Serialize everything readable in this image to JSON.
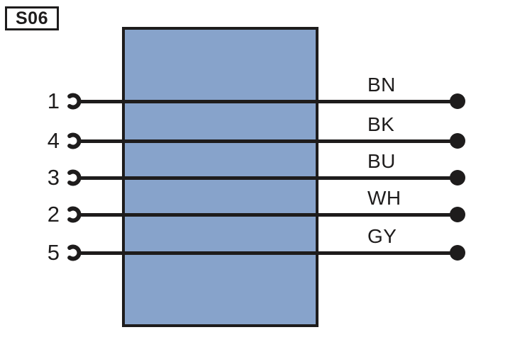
{
  "diagram": {
    "connector": {
      "label": "S06"
    },
    "wires": [
      {
        "pin": "1",
        "color": "BN"
      },
      {
        "pin": "4",
        "color": "BK"
      },
      {
        "pin": "3",
        "color": "BU"
      },
      {
        "pin": "2",
        "color": "WH"
      },
      {
        "pin": "5",
        "color": "GY"
      }
    ],
    "colors": {
      "connector_fill": "#87a3cb",
      "stroke": "#1e1c1c",
      "background": "#ffffff"
    }
  }
}
